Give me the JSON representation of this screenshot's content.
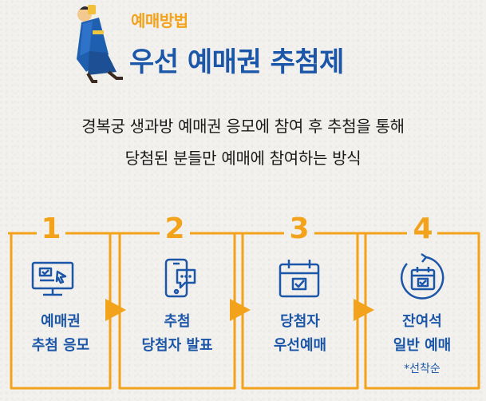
{
  "header": {
    "section_label": "예매방법",
    "title": "우선 예매권 추첨제"
  },
  "description": {
    "line1": "경복궁 생과방 예매권 응모에 참여 후 추첨을 통해",
    "line2": "당첨된 분들만 예매에 참여하는 방식"
  },
  "steps": [
    {
      "number": "1",
      "label_line1": "예매권",
      "label_line2": "추첨 응모",
      "icon": "monitor-icon"
    },
    {
      "number": "2",
      "label_line1": "추첨",
      "label_line2": "당첨자 발표",
      "icon": "phone-message-icon"
    },
    {
      "number": "3",
      "label_line1": "당첨자",
      "label_line2": "우선예매",
      "icon": "calendar-check-icon"
    },
    {
      "number": "4",
      "label_line1": "잔여석",
      "label_line2": "일반 예매",
      "note": "*선착순",
      "icon": "calendar-refresh-icon"
    }
  ],
  "colors": {
    "accent_orange": "#f2a31b",
    "brand_blue": "#1b56a8"
  }
}
